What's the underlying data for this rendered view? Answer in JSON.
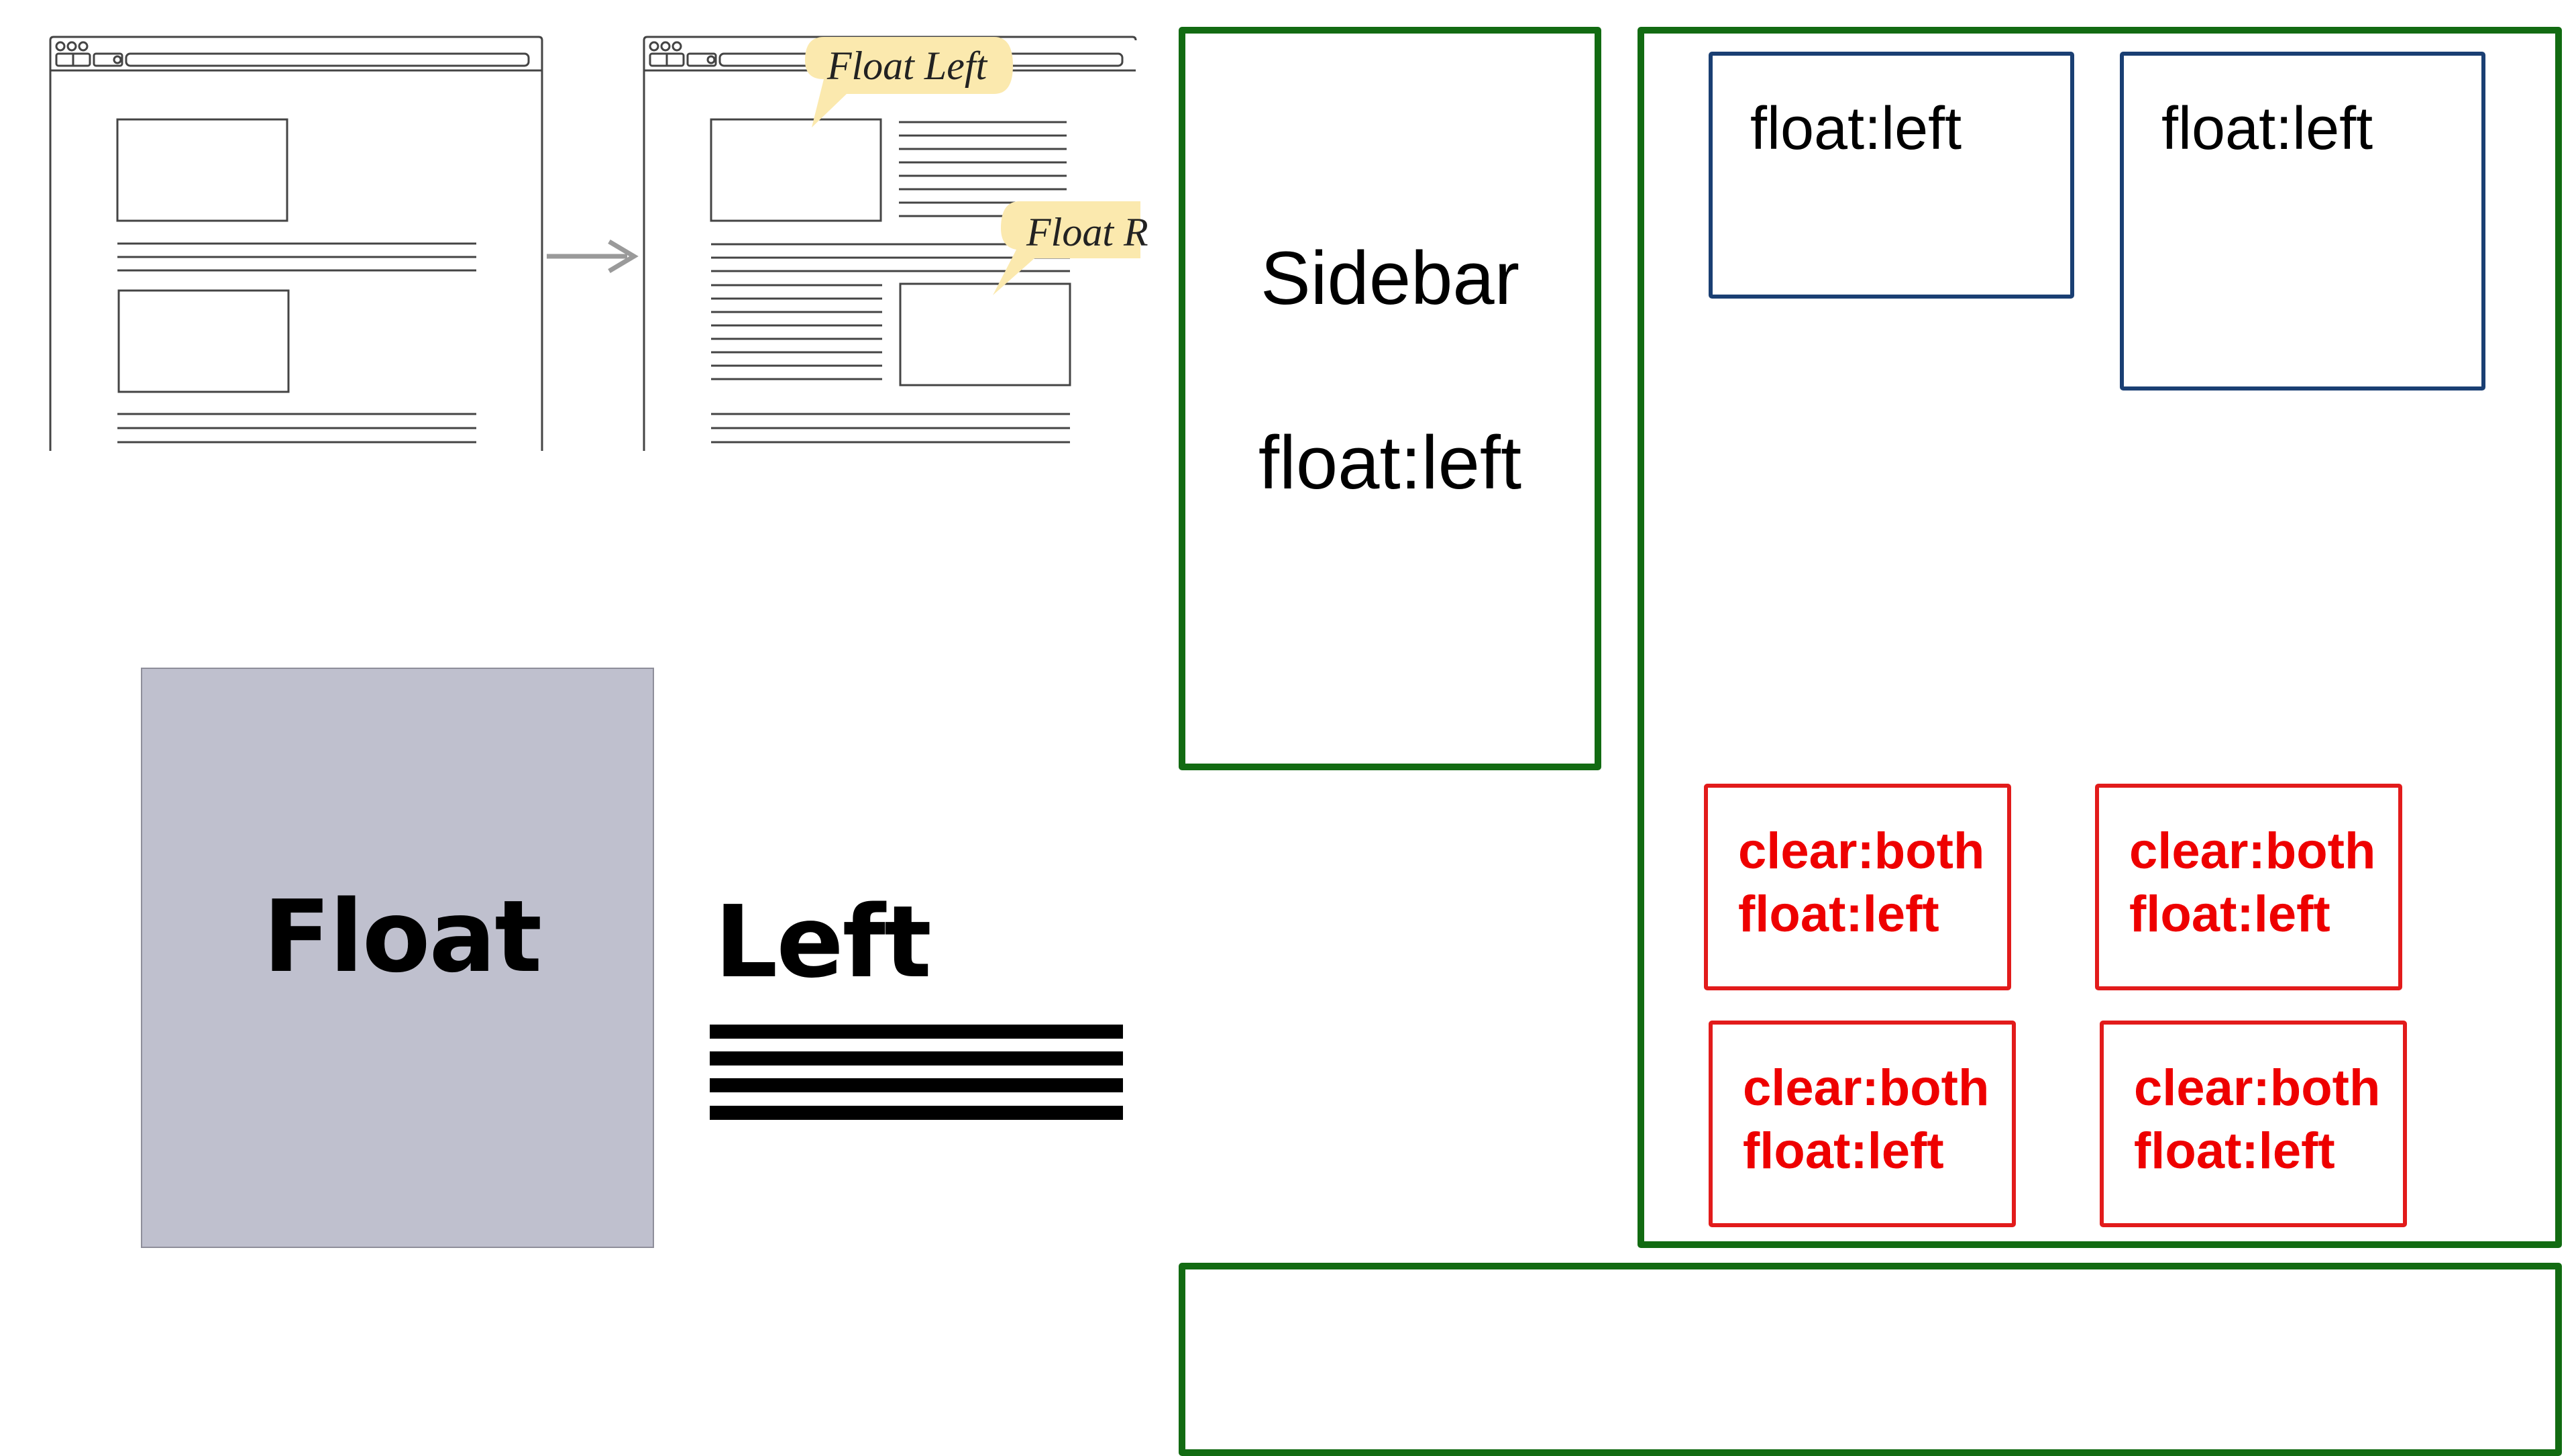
{
  "callouts": {
    "float_left": "Float Left",
    "float_right": "Float R"
  },
  "illustration": {
    "word1": "Float",
    "word2": "Left"
  },
  "layout": {
    "sidebar_title": "Sidebar",
    "sidebar_float": "float:left",
    "top_box_1": "float:left",
    "top_box_2": "float:left",
    "cells": [
      {
        "line1": "clear:both",
        "line2": "float:left"
      },
      {
        "line1": "clear:both",
        "line2": "float:left"
      },
      {
        "line1": "clear:both",
        "line2": "float:left"
      },
      {
        "line1": "clear:both",
        "line2": "float:left"
      }
    ]
  },
  "colors": {
    "container_border": "#126b12",
    "float_box_border": "#1a3f73",
    "clear_box_border": "#e21b1b",
    "callout_fill": "#fbe9ae",
    "float_block_fill": "#bfc0ce"
  }
}
